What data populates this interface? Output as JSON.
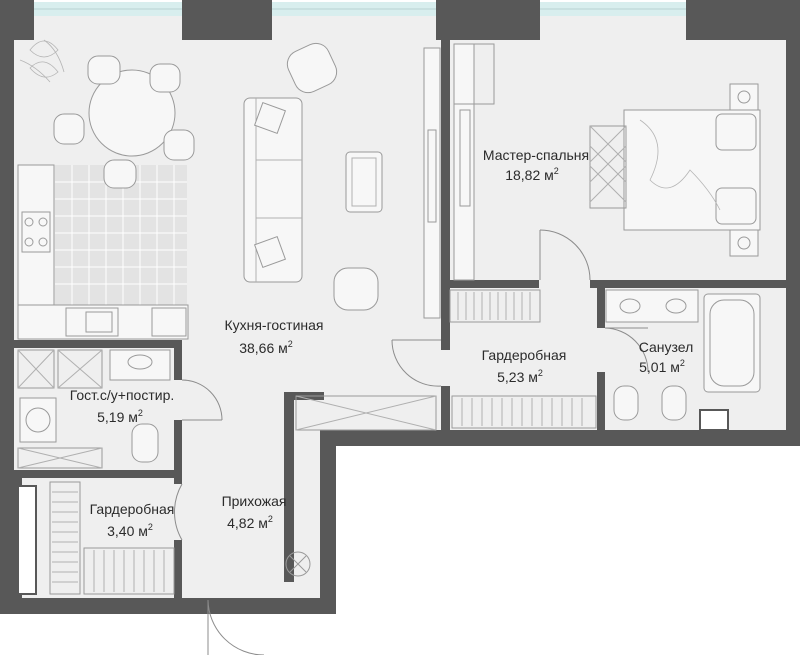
{
  "rooms": [
    {
      "id": "kitchen-living",
      "name": "Кухня-гостиная",
      "area": "38,66 м",
      "unit_sup": "2"
    },
    {
      "id": "master-bedroom",
      "name": "Мастер-спальня",
      "area": "18,82 м",
      "unit_sup": "2"
    },
    {
      "id": "wardrobe-main",
      "name": "Гардеробная",
      "area": "5,23 м",
      "unit_sup": "2"
    },
    {
      "id": "bathroom",
      "name": "Санузел",
      "area": "5,01 м",
      "unit_sup": "2"
    },
    {
      "id": "guest-wc",
      "name": "Гост.с/у+постир.",
      "area": "5,19 м",
      "unit_sup": "2"
    },
    {
      "id": "wardrobe-small",
      "name": "Гардеробная",
      "area": "3,40 м",
      "unit_sup": "2"
    },
    {
      "id": "hallway",
      "name": "Прихожая",
      "area": "4,82 м",
      "unit_sup": "2"
    }
  ],
  "colors": {
    "wall": "#585858",
    "floor": "#efefef",
    "window": "#d8eeee",
    "tile": "#e3e3e3",
    "furniture_stroke": "#9a9a9a"
  }
}
